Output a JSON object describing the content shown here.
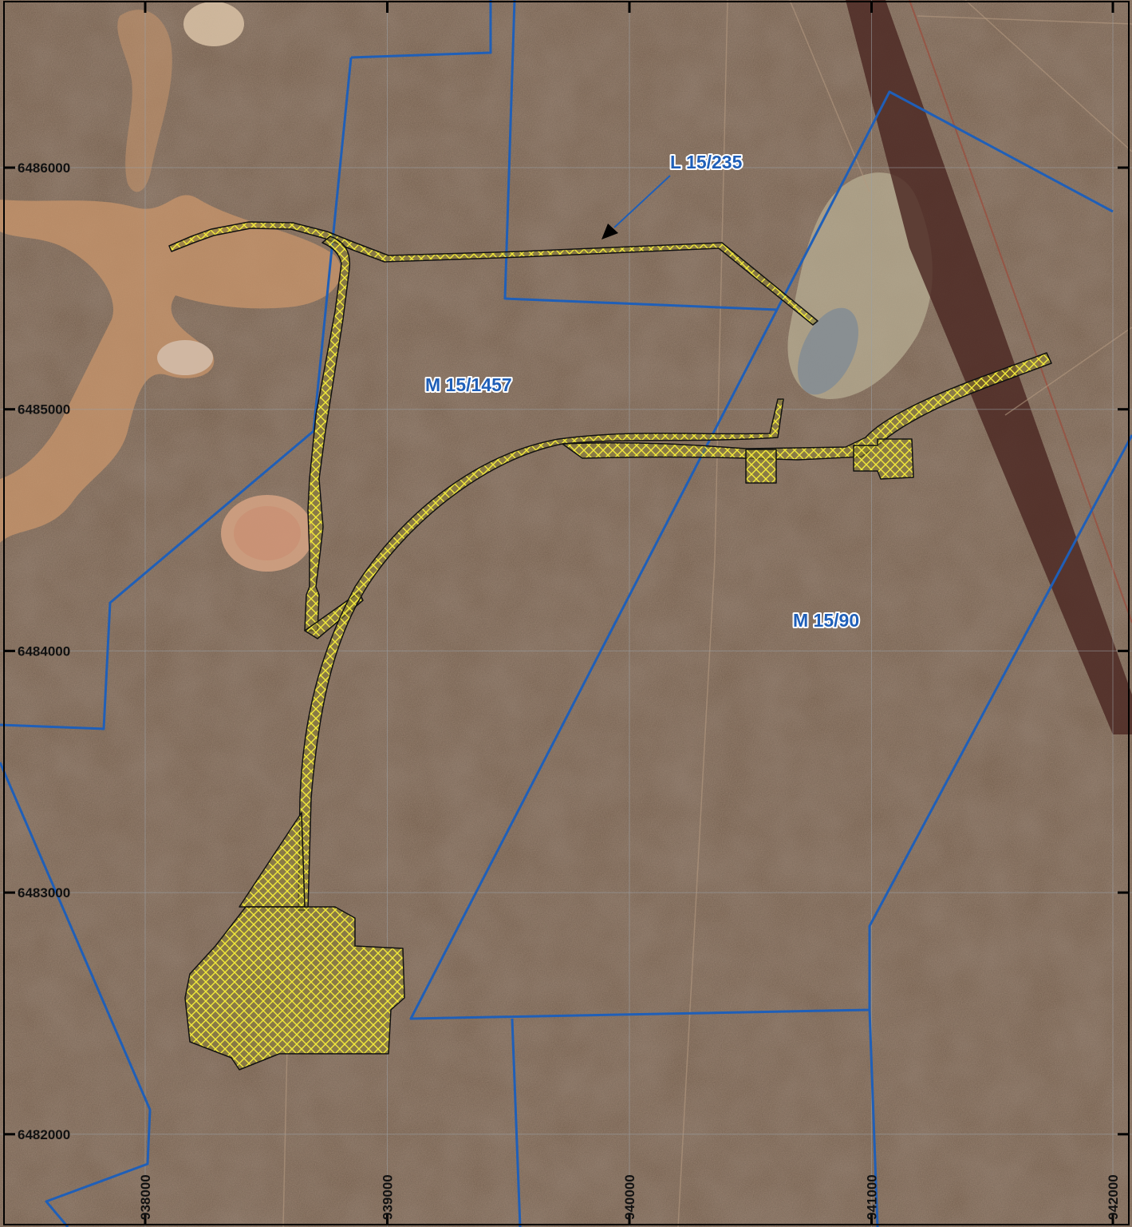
{
  "grid": {
    "eastings": [
      {
        "value": 938000,
        "label": "938000"
      },
      {
        "value": 939000,
        "label": "939000"
      },
      {
        "value": 940000,
        "label": "940000"
      },
      {
        "value": 941000,
        "label": "941000"
      },
      {
        "value": 942000,
        "label": "942000"
      }
    ],
    "northings": [
      {
        "value": 6486000,
        "label": "6486000"
      },
      {
        "value": 6485000,
        "label": "6485000"
      },
      {
        "value": 6484000,
        "label": "6484000"
      },
      {
        "value": 6483000,
        "label": "6483000"
      },
      {
        "value": 6482000,
        "label": "6482000"
      }
    ]
  },
  "tenements": [
    {
      "id": "l15-235",
      "label": "L 15/235"
    },
    {
      "id": "m15-1457",
      "label": "M 15/1457"
    },
    {
      "id": "m15-90",
      "label": "M 15/90"
    }
  ],
  "colors": {
    "boundary": "#1f5fb8",
    "hatch": "#f2ea3a",
    "hatch_fill": "#8a7f30",
    "outline": "#111111",
    "background": "#6e5a49",
    "frame": "#000000"
  }
}
